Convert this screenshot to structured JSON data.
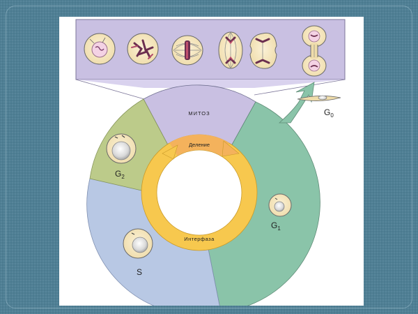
{
  "labels": {
    "mitosis": "МИТОЗ",
    "division": "Деление",
    "interphase": "Интерфаза",
    "g0": "G",
    "g0_sub": "0",
    "g1": "G",
    "g1_sub": "1",
    "g2": "G",
    "g2_sub": "2",
    "s": "S"
  },
  "colors": {
    "background": "#4f7f95",
    "mitosis_sector": "#c9c0e2",
    "g1_sector": "#8ac4a9",
    "g2_sector": "#bccb8a",
    "s_sector": "#b8c8e4",
    "interphase_ring": "#f7c84e",
    "strip": "#c9c0e2"
  }
}
